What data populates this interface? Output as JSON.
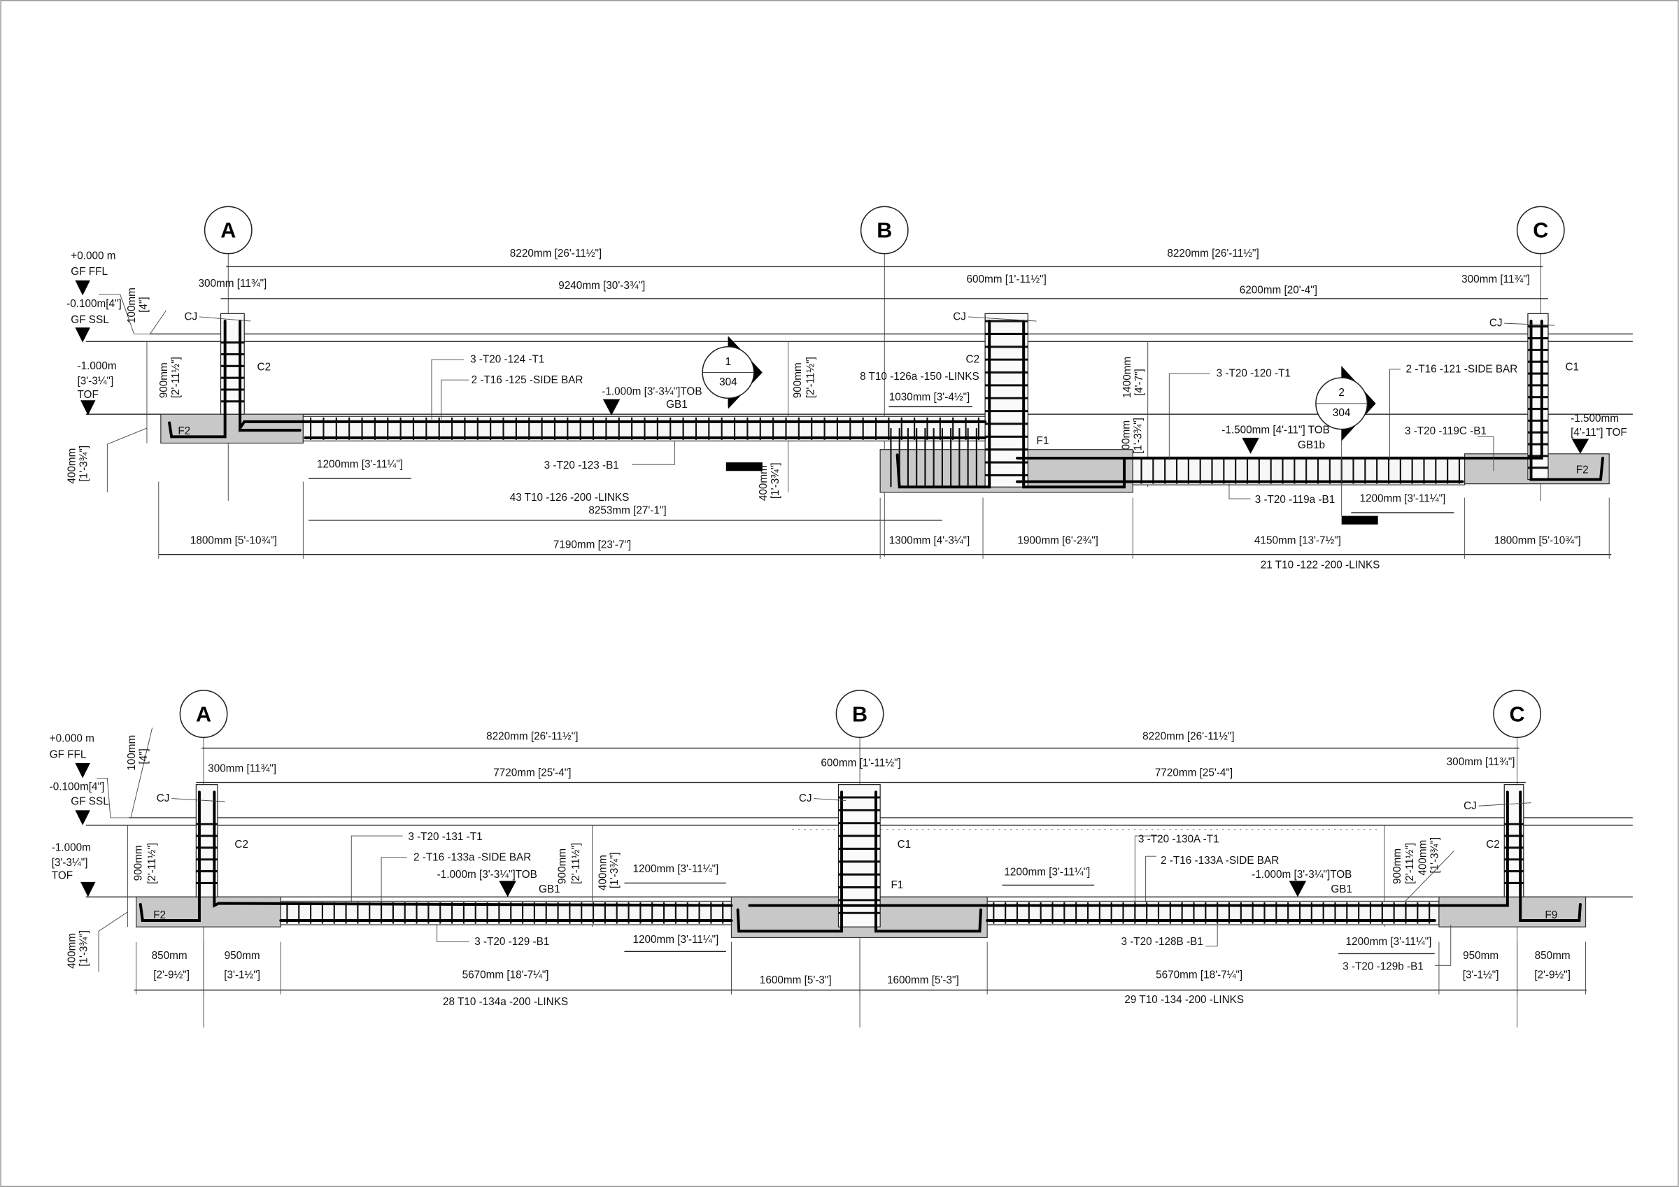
{
  "upper": {
    "grid": {
      "a": "A",
      "b": "B",
      "c": "C"
    },
    "levels": {
      "ffl_value": "+0.000 m",
      "ffl_name": "GF FFL",
      "ssl_value": "-0.100m[4\"]",
      "ssl_name": "GF SSL",
      "tof_value": "-1.000m",
      "tof_imperial": "[3'-3¼\"]",
      "tof_name": "TOF"
    },
    "dims": {
      "ab_span": "8220mm [26'-11½\"]",
      "bc_span": "8220mm [26'-11½\"]",
      "a_col": "300mm [11¾\"]",
      "ab_clear": "9240mm [30'-3¾\"]",
      "b_col": "600mm [1'-11½\"]",
      "bc_clear": "6200mm [20'-4\"]",
      "c_col": "300mm [11¾\"]",
      "slab_mm": "100mm",
      "slab_in": "[4\"]",
      "col_a_h_mm": "900mm",
      "col_a_h_in": "[2'-11½\"]",
      "found_mm": "400mm",
      "found_in": "[1'-3¾\"]",
      "mid_h_mm": "900mm",
      "mid_h_in": "[2'-11½\"]",
      "beam_d_mm": "400mm",
      "beam_d_in": "[1'-3¾\"]",
      "c2_h_mm": "1400mm",
      "c2_h_in": "[4'-7\"]",
      "gb1b_d_mm": "400mm",
      "gb1b_d_in": "[1'-3¾\"]",
      "lap_left": "1200mm [3'-11¼\"]",
      "lap_b": "1030mm [3'-4½\"]",
      "lap_right": "1200mm [3'-11¼\"]",
      "bar_len": "8253mm [27'-1\"]",
      "seg1": "1800mm [5'-10¾\"]",
      "seg2": "7190mm [23'-7\"]",
      "seg3": "1300mm [4'-3¼\"]",
      "seg4": "1900mm [6'-2¾\"]",
      "seg5": "4150mm [13'-7½\"]",
      "seg6": "1800mm [5'-10¾\"]"
    },
    "labels": {
      "cj_a": "CJ",
      "cj_b": "CJ",
      "cj_c": "CJ",
      "col_a": "C2",
      "col_b": "C2",
      "col_c": "C1",
      "fnd_a": "F2",
      "fnd_b": "F1",
      "fnd_c": "F2",
      "t1_left": "3 -T20 -124 -T1",
      "side_left": "2 -T16 -125 -SIDE BAR",
      "tob_left": "-1.000m [3'-3¼\"]TOB",
      "beam_left": "GB1",
      "b1_left": "3 -T20 -123 -B1",
      "links_left": "43 T10 -126 -200 -LINKS",
      "links_b": "8 T10 -126a -150 -LINKS",
      "t1_right": "3 -T20 -120 -T1",
      "side_right": "2 -T16 -121 -SIDE BAR",
      "tob_right": "-1.500mm [4'-11\"] TOB",
      "beam_right": "GB1b",
      "b1c_right": "3 -T20 -119C -B1",
      "b1a_right": "3 -T20 -119a -B1",
      "tof_c_value": "-1.500mm",
      "tof_c_name": "[4'-11\"] TOF",
      "links_right": "21 T10 -122 -200 -LINKS"
    },
    "sections": [
      {
        "number": "1",
        "sheet": "304"
      },
      {
        "number": "2",
        "sheet": "304"
      }
    ]
  },
  "lower": {
    "grid": {
      "a": "A",
      "b": "B",
      "c": "C"
    },
    "levels": {
      "ffl_value": "+0.000 m",
      "ffl_name": "GF FFL",
      "ssl_value": "-0.100m[4\"]",
      "ssl_name": "GF SSL",
      "tof_value": "-1.000m",
      "tof_imperial": "[3'-3¼\"]",
      "tof_name": "TOF"
    },
    "dims": {
      "ab_span": "8220mm [26'-11½\"]",
      "bc_span": "8220mm [26'-11½\"]",
      "a_col": "300mm [11¾\"]",
      "ab_clear": "7720mm [25'-4\"]",
      "b_col": "600mm [1'-11½\"]",
      "bc_clear": "7720mm [25'-4\"]",
      "c_col": "300mm [11¾\"]",
      "slab_mm": "100mm",
      "slab_in": "[4\"]",
      "col_a_h_mm": "900mm",
      "col_a_h_in": "[2'-11½\"]",
      "found_mm": "400mm",
      "found_in": "[1'-3¾\"]",
      "mid_l_h_mm": "900mm",
      "mid_l_h_in": "[2'-11½\"]",
      "mid_l_d_mm": "400mm",
      "mid_l_d_in": "[1'-3¾\"]",
      "mid_r_h_mm": "900mm",
      "mid_r_h_in": "[2'-11½\"]",
      "mid_r_d_mm": "400mm",
      "mid_r_d_in": "[1'-3¾\"]",
      "lap_l_top": "1200mm [3'-11¼\"]",
      "lap_l_bot": "1200mm [3'-11¼\"]",
      "lap_r_top": "1200mm [3'-11¼\"]",
      "lap_r_bot": "1200mm [3'-11¼\"]",
      "seg1_mm": "850mm",
      "seg1_in": "[2'-9½\"]",
      "seg2_mm": "950mm",
      "seg2_in": "[3'-1½\"]",
      "seg3": "5670mm [18'-7¼\"]",
      "seg4": "1600mm [5'-3\"]",
      "seg5": "1600mm [5'-3\"]",
      "seg6": "5670mm [18'-7¼\"]",
      "seg7_mm": "950mm",
      "seg7_in": "[3'-1½\"]",
      "seg8_mm": "850mm",
      "seg8_in": "[2'-9½\"]"
    },
    "labels": {
      "cj_a": "CJ",
      "cj_b": "CJ",
      "cj_c": "CJ",
      "col_a": "C2",
      "col_b": "C1",
      "col_c": "C2",
      "fnd_a": "F2",
      "fnd_b": "F1",
      "fnd_c": "F9",
      "t1_left": "3 -T20 -131 -T1",
      "side_left": "2 -T16 -133a -SIDE BAR",
      "tob_left": "-1.000m [3'-3¼\"]TOB",
      "beam_left": "GB1",
      "b1_left": "3 -T20 -129 -B1",
      "links_left": "28 T10 -134a -200 -LINKS",
      "t1_right": "3 -T20 -130A -T1",
      "side_right": "2 -T16 -133A -SIDE BAR",
      "tob_right": "-1.000m [3'-3¼\"]TOB",
      "beam_right": "GB1",
      "b1_right": "3 -T20 -128B -B1",
      "b1b_right": "3 -T20 -129b -B1",
      "links_right": "29 T10 -134 -200 -LINKS"
    }
  }
}
